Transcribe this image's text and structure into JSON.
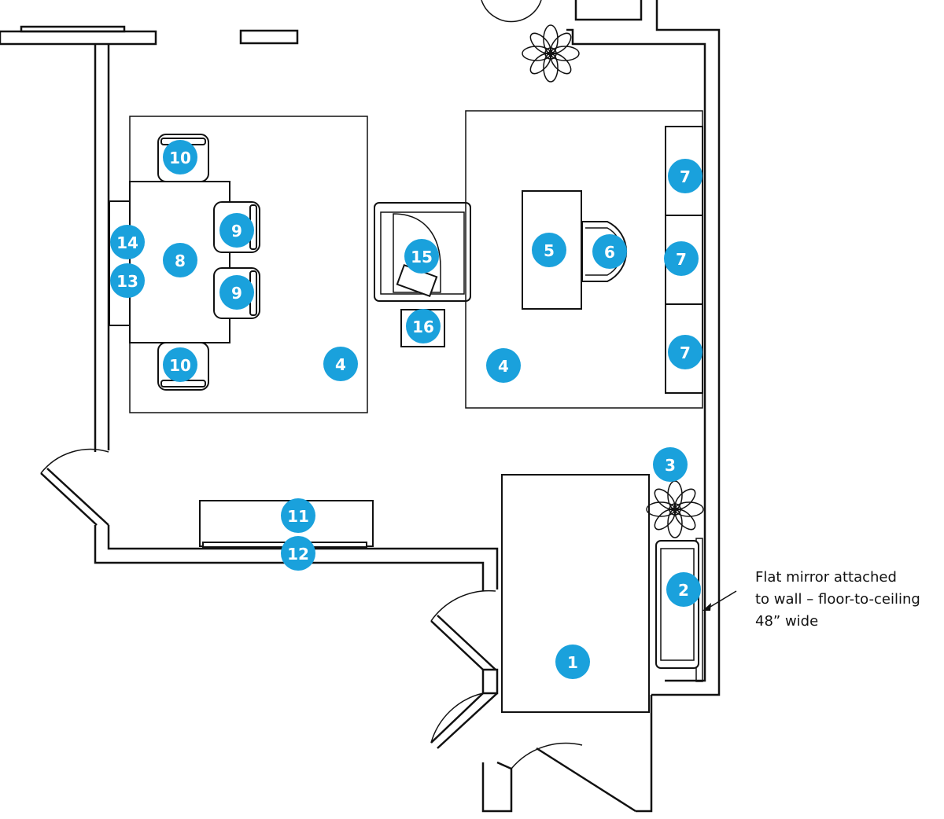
{
  "marker_color": "#1aa1dc",
  "markers": [
    {
      "label": "10"
    },
    {
      "label": "10"
    },
    {
      "label": "9"
    },
    {
      "label": "9"
    },
    {
      "label": "14"
    },
    {
      "label": "13"
    },
    {
      "label": "8"
    },
    {
      "label": "4"
    },
    {
      "label": "15"
    },
    {
      "label": "16"
    },
    {
      "label": "5"
    },
    {
      "label": "6"
    },
    {
      "label": "7"
    },
    {
      "label": "7"
    },
    {
      "label": "7"
    },
    {
      "label": "4"
    },
    {
      "label": "3"
    },
    {
      "label": "11"
    },
    {
      "label": "12"
    },
    {
      "label": "2"
    },
    {
      "label": "1"
    }
  ],
  "annotation": {
    "line1": "Flat mirror attached",
    "line2": "to wall – floor-to-ceiling",
    "line3": "48” wide"
  }
}
